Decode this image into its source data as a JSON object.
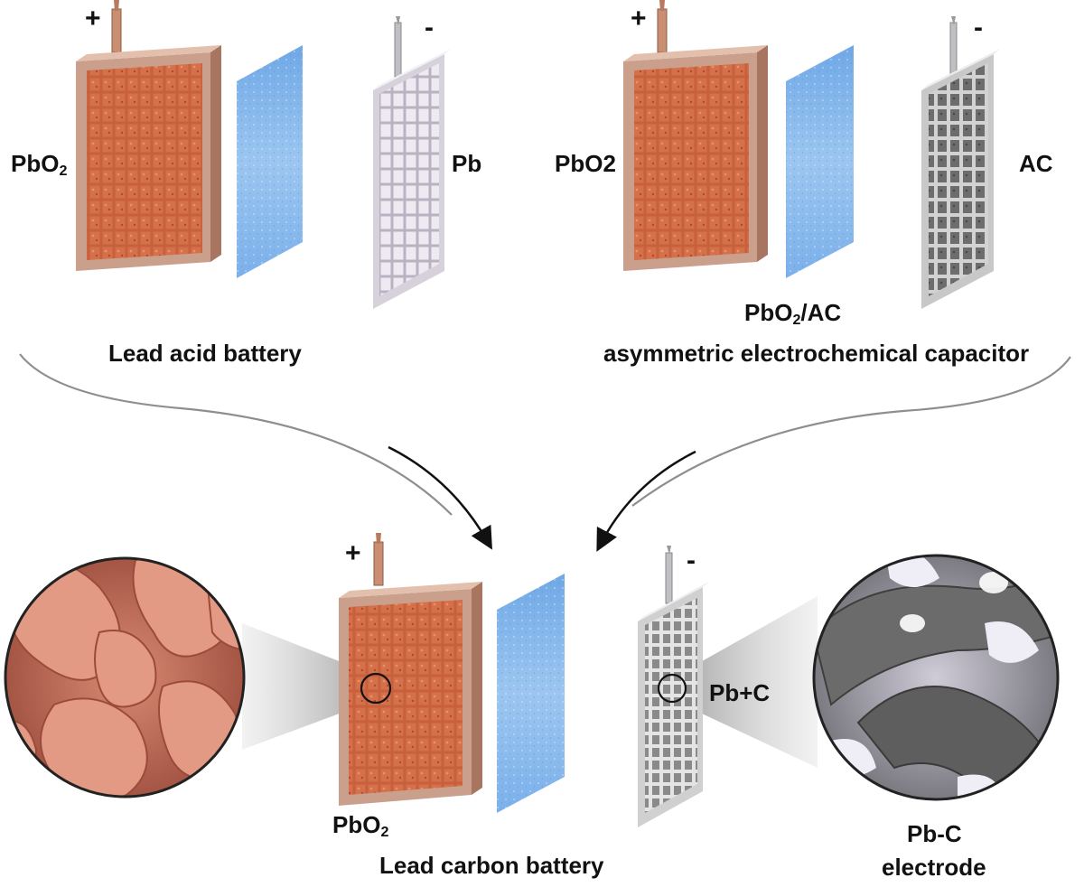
{
  "diagram": {
    "top_left": {
      "positive_sign": "+",
      "negative_sign": "-",
      "positive_electrode": {
        "main": "PbO",
        "sub": "2"
      },
      "negative_electrode": "Pb",
      "caption": "Lead acid battery"
    },
    "top_right": {
      "positive_sign": "+",
      "negative_sign": "-",
      "positive_electrode": "PbO2",
      "negative_electrode": "AC",
      "cell_label": {
        "main": "PbO",
        "sub": "2",
        "rest": "/AC"
      },
      "caption": "asymmetric electrochemical capacitor"
    },
    "bottom": {
      "positive_sign": "+",
      "negative_sign": "-",
      "positive_electrode": {
        "main": "PbO",
        "sub": "2"
      },
      "negative_electrode": "Pb+C",
      "caption": "Lead carbon battery",
      "zoom_label_line1": "Pb-C",
      "zoom_label_line2": "electrode"
    },
    "colors": {
      "pbo2_plate": "#d98a6e",
      "pbo2_grid": "#c2542f",
      "separator": "#7fb2e8",
      "pb_plate": "#e6e1ea",
      "ac_plate": "#8c8c8c",
      "arrow": "#111111",
      "curve": "#9a9a9a"
    }
  }
}
